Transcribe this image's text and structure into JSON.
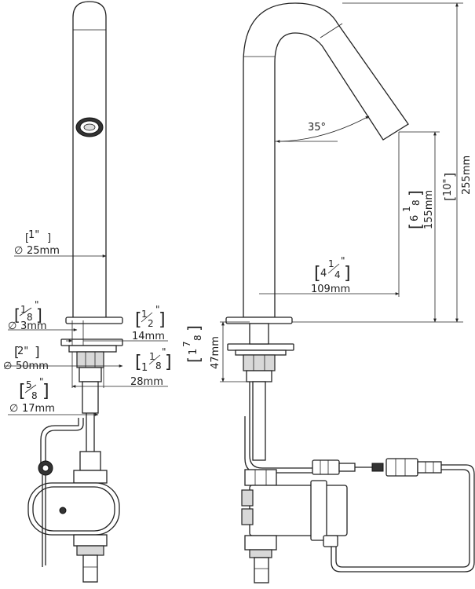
{
  "front_view": {
    "spout_diameter": {
      "inch": "1\"",
      "mm": "25mm"
    },
    "hole_diameter": {
      "inch_num": "1",
      "inch_den": "8",
      "mm": "3mm"
    },
    "base_diameter": {
      "inch": "2\"",
      "mm": "50mm"
    },
    "thread_diameter": {
      "inch_num": "5",
      "inch_den": "8",
      "mm": "17mm"
    },
    "flange_width": {
      "inch_num": "1",
      "inch_den": "2",
      "mm": "14mm"
    },
    "nut_width": {
      "inch_whole": "1",
      "inch_num": "1",
      "inch_den": "8",
      "mm": "28mm"
    }
  },
  "side_view": {
    "spout_angle": "35°",
    "total_height": {
      "inch": "10\"",
      "mm": "255mm"
    },
    "outlet_height": {
      "inch_whole": "6",
      "inch_num": "1",
      "inch_den": "8",
      "mm": "155mm"
    },
    "reach": {
      "inch_whole": "4",
      "inch_num": "1",
      "inch_den": "4",
      "mm": "109mm"
    },
    "max_deck_thickness": {
      "inch_whole": "1",
      "inch_num": "7",
      "inch_den": "8",
      "mm": "47mm"
    }
  },
  "symbols": {
    "diameter": "∅"
  }
}
